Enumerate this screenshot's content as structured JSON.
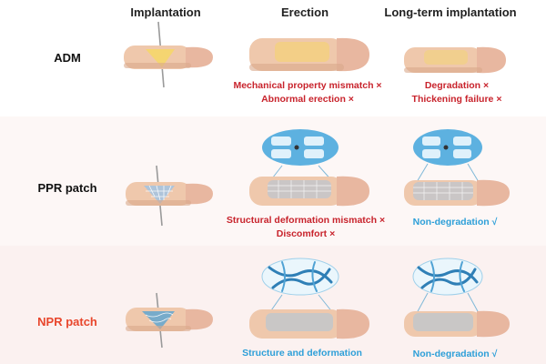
{
  "headers": {
    "implantation": "Implantation",
    "erection": "Erection",
    "long_term": "Long-term implantation"
  },
  "rows": {
    "adm": {
      "label": "ADM",
      "erection_notes": [
        "Mechanical property mismatch ×",
        "Abnormal erection ×"
      ],
      "long_term_notes": [
        "Degradation ×",
        "Thickening failure ×"
      ]
    },
    "ppr": {
      "label": "PPR patch",
      "erection_notes": [
        "Structural deformation mismatch ×",
        "Discomfort ×"
      ],
      "long_term_notes": [
        "Non-degradation √"
      ]
    },
    "npr": {
      "label": "NPR patch",
      "erection_notes": [
        "Structure and deformation"
      ],
      "long_term_notes": [
        "Non-degradation √"
      ]
    }
  },
  "colors": {
    "skin": "#efc8ac",
    "skin_shadow": "#d9a98a",
    "glans": "#e8b7a0",
    "adm_patch": "#f5d66a",
    "ppr_mesh": "#9ec3e6",
    "npr_mesh": "#4fa2d4",
    "bad": "#c8232c",
    "good": "#2d9fd8",
    "npr_label": "#e8462c"
  }
}
